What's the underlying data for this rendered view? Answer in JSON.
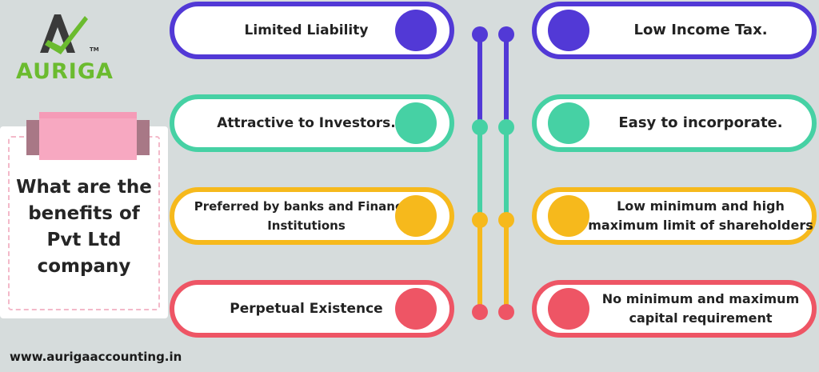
{
  "brand": {
    "name": "AURIGA",
    "tm": "TM",
    "green": "#6bbb2f"
  },
  "title": "What are the benefits of Pvt Ltd company",
  "left_items": [
    {
      "label": "Limited Liability",
      "color": "#5239d6"
    },
    {
      "label": "Attractive to Investors.",
      "color": "#46d1a4"
    },
    {
      "label": "Preferred by banks and Financial Institutions",
      "color": "#f6b91c"
    },
    {
      "label": "Perpetual Existence",
      "color": "#ee5565"
    }
  ],
  "right_items": [
    {
      "label": "Low Income Tax.",
      "color": "#5239d6"
    },
    {
      "label": "Easy to incorporate.",
      "color": "#46d1a4"
    },
    {
      "label": "Low minimum and high maximum limit of shareholders",
      "color": "#f6b91c"
    },
    {
      "label": "No minimum and maximum capital requirement",
      "color": "#ee5565"
    }
  ],
  "footer_url": "www.aurigaaccounting.in"
}
